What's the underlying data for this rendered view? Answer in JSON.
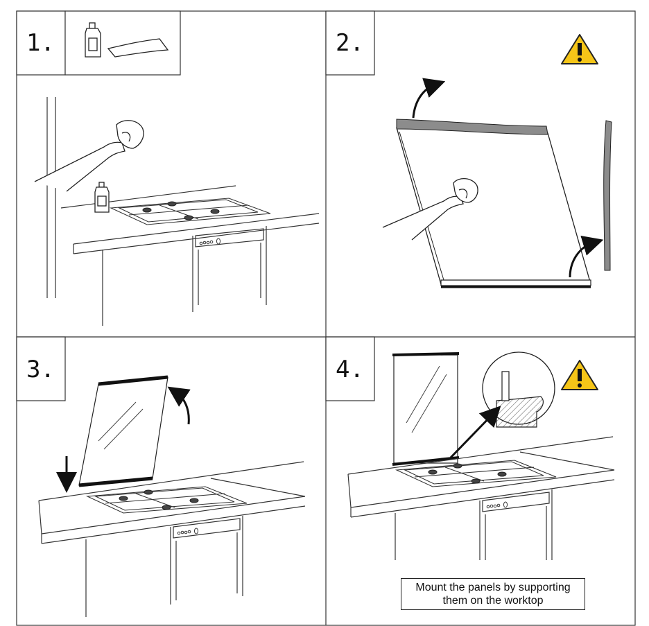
{
  "steps": [
    {
      "number": "1.",
      "icons": [
        "bottle-icon",
        "cloth-icon"
      ]
    },
    {
      "number": "2.",
      "warning": "warning-icon"
    },
    {
      "number": "3."
    },
    {
      "number": "4.",
      "warning": "warning-icon"
    }
  ],
  "caption": {
    "line1": "Mount the panels by supporting",
    "line2": "them on the worktop"
  },
  "colors": {
    "line": "#222222",
    "warning_fill": "#F5C518",
    "protective_film": "#8c8c8c"
  }
}
